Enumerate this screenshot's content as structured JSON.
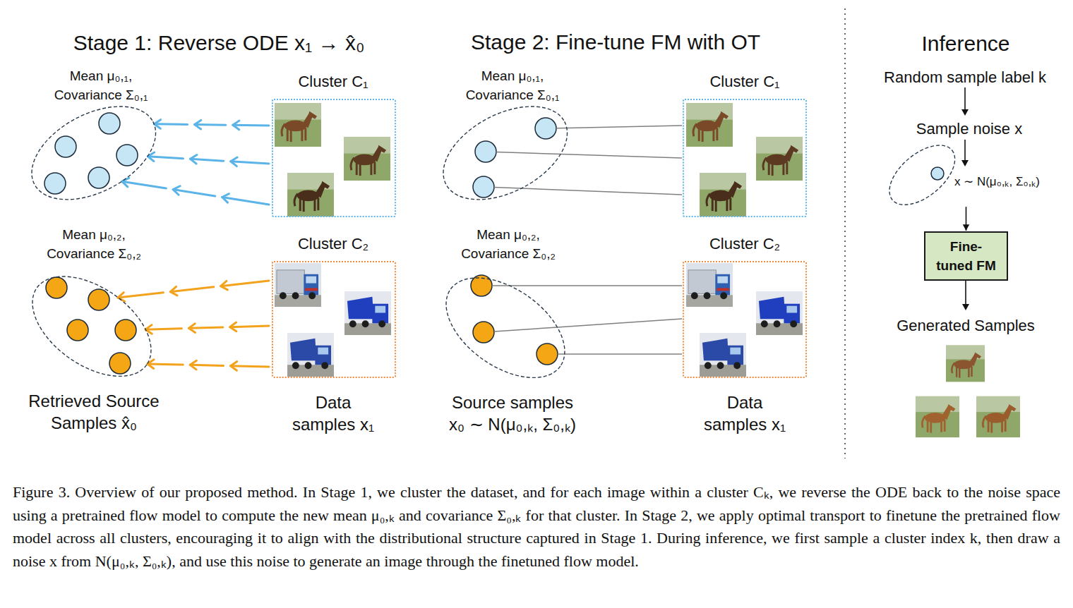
{
  "diagram": {
    "caption": "Figure 3. Overview of our proposed method. In Stage 1, we cluster the dataset, and for each image within a cluster Cₖ, we reverse the ODE back to the noise space using a pretrained flow model to compute the new mean μ₀,ₖ and covariance Σ₀,ₖ for that cluster. In Stage 2, we apply optimal transport to finetune the pretrained flow model across all clusters, encouraging it to align with the distributional structure captured in Stage 1. During inference, we first sample a cluster index k, then draw a noise x from N(μ₀,ₖ, Σ₀,ₖ), and use this noise to generate an image through the finetuned flow model.",
    "nodes": [
      {
        "text": [
          "Mean μ₀,₁, Covariance Σ₀,₁"
        ]
      },
      {
        "text": [
          "Cluster C₁"
        ]
      },
      {
        "text": [
          "Mean μ₀,₂, Covariance Σ₀,₂"
        ]
      },
      {
        "text": [
          "Cluster C₂"
        ]
      },
      {
        "text": [
          "Mean μ₀,₁, Covariance Σ₀,₁"
        ]
      },
      {
        "text": [
          "Cluster C₁"
        ]
      },
      {
        "text": [
          "Mean μ₀,₂, Covariance Σ₀,₂"
        ]
      },
      {
        "text": [
          "Cluster C₂"
        ]
      },
      {
        "text": [
          "x ∼ N(μ₀,ₖ, Σ₀,ₖ)"
        ]
      },
      {
        "text": [
          "Fine-tuned FM"
        ]
      }
    ],
    "edges": [
      {
        "from": 1,
        "to": 0,
        "arrow": "to"
      },
      {
        "from": 1,
        "to": 0,
        "arrow": "to"
      },
      {
        "from": 1,
        "to": 0,
        "arrow": "to"
      },
      {
        "from": 3,
        "to": 2,
        "arrow": "to"
      },
      {
        "from": 3,
        "to": 2,
        "arrow": "to"
      },
      {
        "from": 3,
        "to": 2,
        "arrow": "to"
      },
      {
        "from": 4,
        "to": 5,
        "arrow": "none"
      },
      {
        "from": 4,
        "to": 5,
        "arrow": "none"
      },
      {
        "from": 4,
        "to": 5,
        "arrow": "none"
      },
      {
        "from": 6,
        "to": 7,
        "arrow": "none"
      },
      {
        "from": 6,
        "to": 7,
        "arrow": "none"
      },
      {
        "from": 6,
        "to": 7,
        "arrow": "none"
      },
      {
        "from": 8,
        "to": 9,
        "arrow": "to"
      }
    ],
    "labels": [
      "Stage 1: Reverse ODE x₁ → x̂₀",
      "Stage 2: Fine-tune FM with OT",
      "Inference",
      "Retrieved Source Samples x̂₀",
      "Data samples x₁",
      "Source samples x₀ ∼ N(μ₀,ₖ, Σ₀,ₖ)",
      "Data samples x₁",
      "Random sample label k",
      "Sample noise x",
      "Generated Samples"
    ]
  }
}
